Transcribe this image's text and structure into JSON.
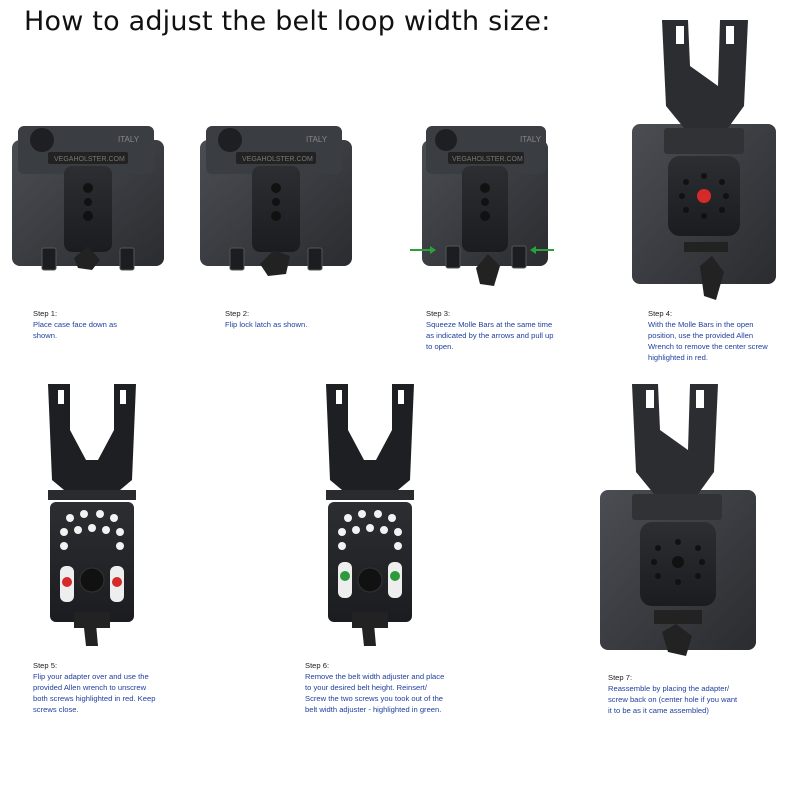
{
  "title": "How to adjust the belt loop width size:",
  "steps": [
    {
      "label": "Step 1:",
      "text": "Place case face down as shown."
    },
    {
      "label": "Step 2:",
      "text": "Flip lock latch as shown."
    },
    {
      "label": "Step 3:",
      "text": "Squeeze Molle Bars at the same time as indicated by the arrows and pull  up to open."
    },
    {
      "label": "Step 4:",
      "text": "With the Molle Bars in the open position, use the provided Allen Wrench to remove the center screw highlighted in red."
    },
    {
      "label": "Step 5:",
      "text": "Flip your adapter over and use the provided Allen wrench to unscrew both screws highlighted in red. Keep screws close."
    },
    {
      "label": "Step 6:",
      "text": "Remove the belt width adjuster and place to your desired belt height. Reinsert/ Screw the two screws you took out of the belt width adjuster - highlighted in green."
    },
    {
      "label": "Step 7:",
      "text": "Reassemble by placing the adapter/ screw back on (center hole if you want it to be as it came assembled)"
    }
  ],
  "stamps": {
    "brand": "VEGAHOLSTER.COM",
    "origin": "ITALY"
  },
  "colors": {
    "description": "#1f3f9e",
    "highlight_red": "#d42a2a",
    "highlight_green": "#2f9a3c",
    "arrow": "#2aa23a"
  }
}
